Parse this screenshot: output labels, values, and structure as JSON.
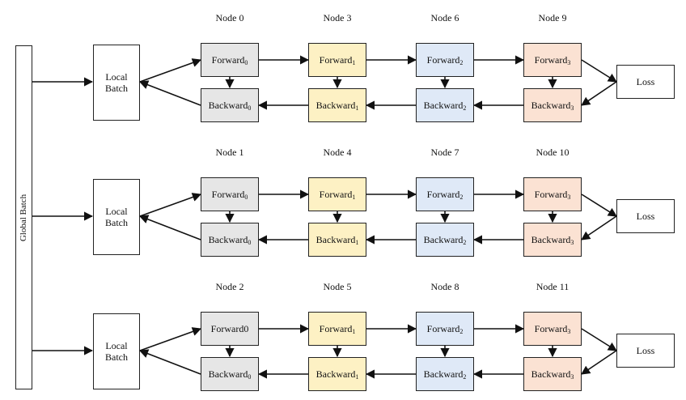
{
  "global_batch": "Global Batch",
  "rows": [
    {
      "nodes": [
        "Node 0",
        "Node 3",
        "Node 6",
        "Node 9"
      ],
      "local": [
        "Local",
        "Batch"
      ],
      "forward": [
        {
          "text": "Forward",
          "sub": "0"
        },
        {
          "text": "Forward",
          "sub": "1"
        },
        {
          "text": "Forward",
          "sub": "2"
        },
        {
          "text": "Forward",
          "sub": "3"
        }
      ],
      "backward": [
        {
          "text": "Backward",
          "sub": "0"
        },
        {
          "text": "Backward",
          "sub": "1"
        },
        {
          "text": "Backward",
          "sub": "2"
        },
        {
          "text": "Backward",
          "sub": "3"
        }
      ],
      "loss": "Loss"
    },
    {
      "nodes": [
        "Node 1",
        "Node 4",
        "Node 7",
        "Node 10"
      ],
      "local": [
        "Local",
        "Batch"
      ],
      "forward": [
        {
          "text": "Forward",
          "sub": "0"
        },
        {
          "text": "Forward",
          "sub": "1"
        },
        {
          "text": "Forward",
          "sub": "2"
        },
        {
          "text": "Forward",
          "sub": "3"
        }
      ],
      "backward": [
        {
          "text": "Backward",
          "sub": "0"
        },
        {
          "text": "Backward",
          "sub": "1"
        },
        {
          "text": "Backward",
          "sub": "2"
        },
        {
          "text": "Backward",
          "sub": "3"
        }
      ],
      "loss": "Loss"
    },
    {
      "nodes": [
        "Node 2",
        "Node 5",
        "Node 8",
        "Node 11"
      ],
      "local": [
        "Local",
        "Batch"
      ],
      "forward": [
        {
          "text": "Forward0",
          "sub": ""
        },
        {
          "text": "Forward",
          "sub": "1"
        },
        {
          "text": "Forward",
          "sub": "2"
        },
        {
          "text": "Forward",
          "sub": "3"
        }
      ],
      "backward": [
        {
          "text": "Backward",
          "sub": "0"
        },
        {
          "text": "Backward",
          "sub": "1"
        },
        {
          "text": "Backward",
          "sub": "2"
        },
        {
          "text": "Backward",
          "sub": "3"
        }
      ],
      "loss": "Loss"
    }
  ]
}
